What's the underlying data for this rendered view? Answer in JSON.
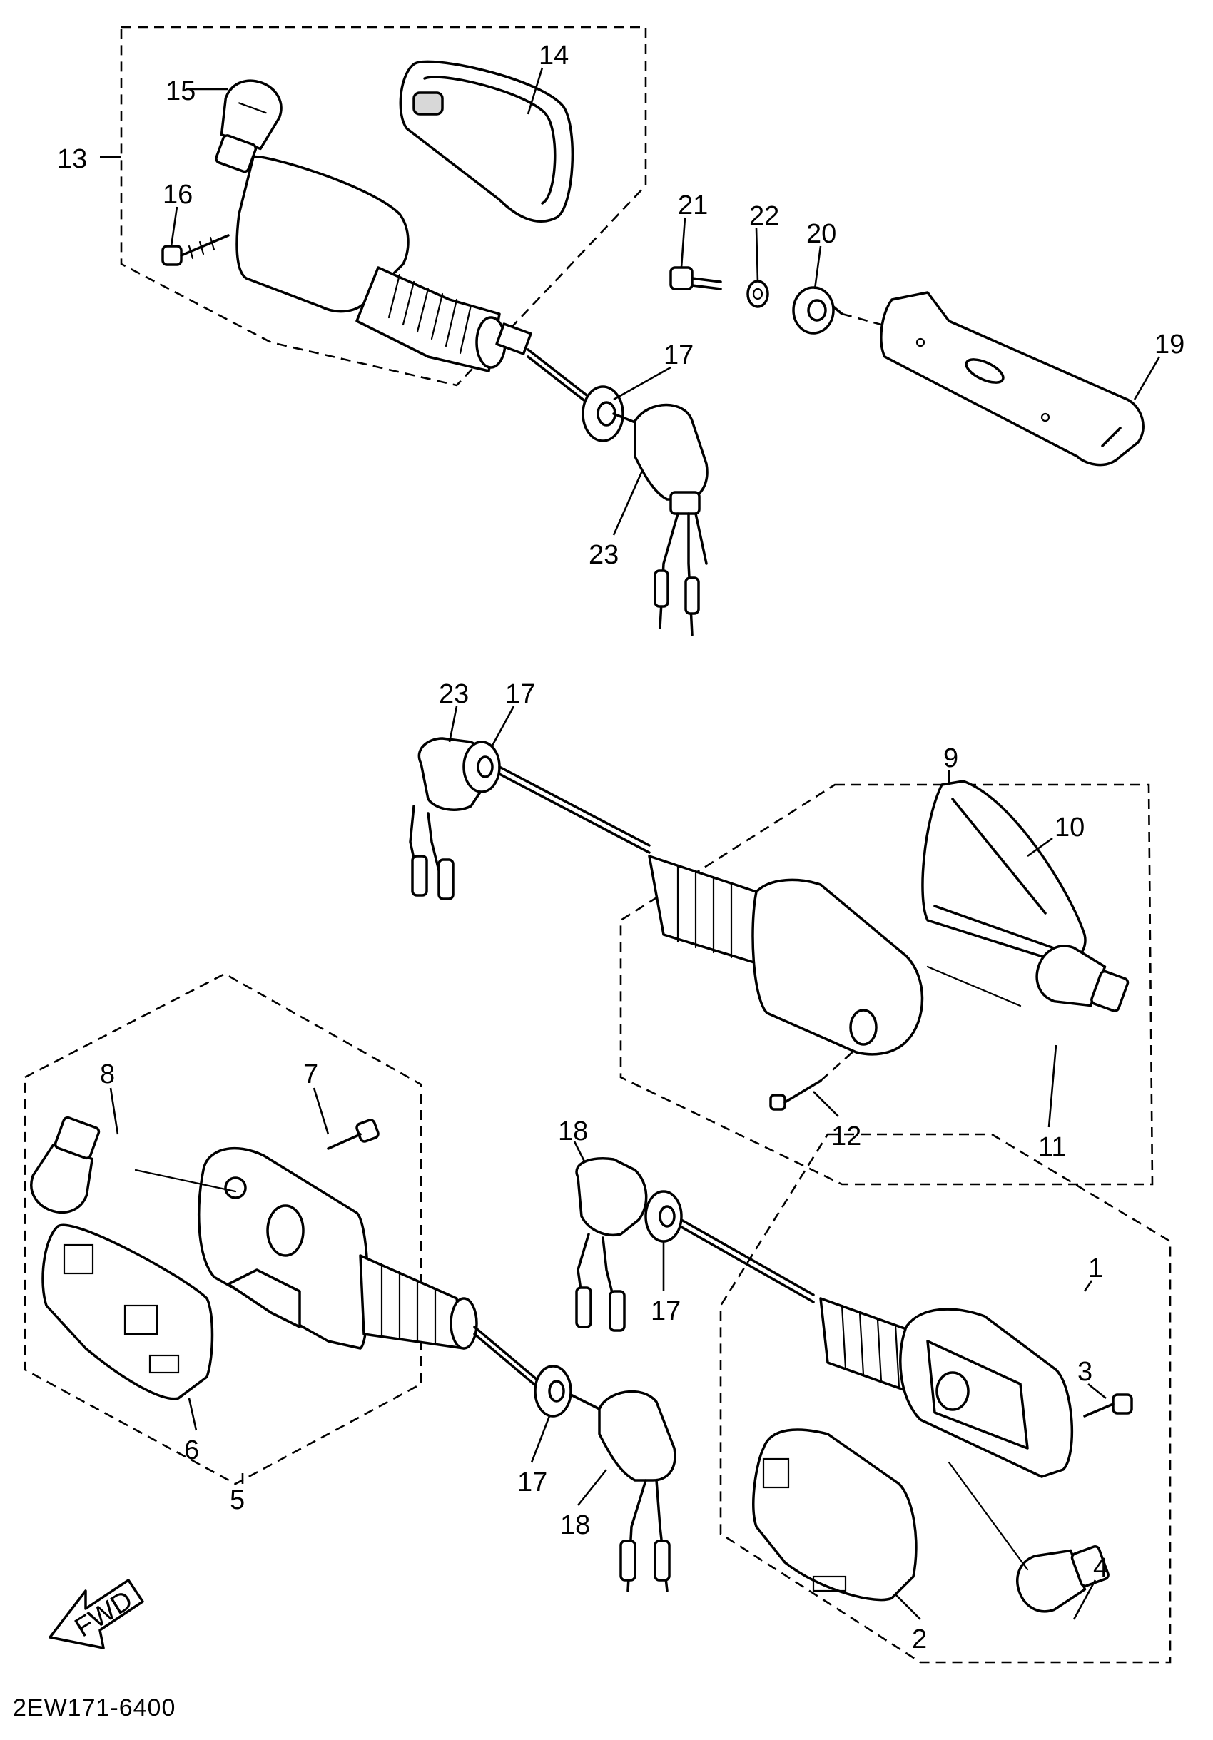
{
  "diagram_code": "2EW171-6400",
  "fwd_label": "FWD",
  "callouts": {
    "c1": "1",
    "c2": "2",
    "c3": "3",
    "c4": "4",
    "c5": "5",
    "c6": "6",
    "c7": "7",
    "c8": "8",
    "c9": "9",
    "c10": "10",
    "c11": "11",
    "c12": "12",
    "c13": "13",
    "c14": "14",
    "c15": "15",
    "c16": "16",
    "c17a": "17",
    "c17b": "17",
    "c17c": "17",
    "c17d": "17",
    "c18a": "18",
    "c18b": "18",
    "c19": "19",
    "c20": "20",
    "c21": "21",
    "c22": "22",
    "c23a": "23",
    "c23b": "23"
  },
  "icons": [
    "bulb-icon",
    "lens-icon",
    "screw-icon",
    "grommet-icon",
    "connector-icon",
    "bracket-icon",
    "fwd-arrow-icon"
  ]
}
